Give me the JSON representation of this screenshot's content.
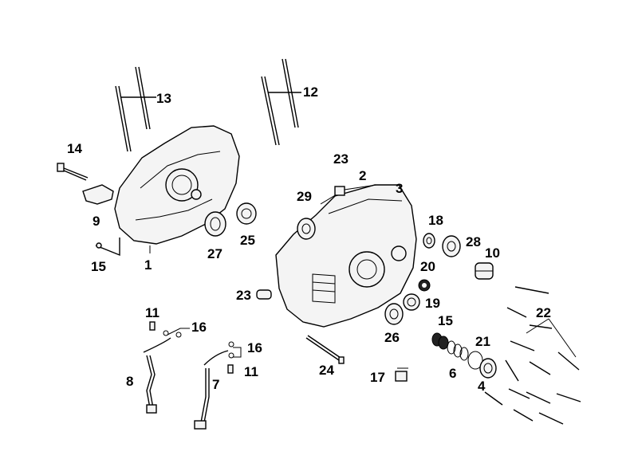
{
  "callouts": {
    "c1": "1",
    "c2": "2",
    "c3": "3",
    "c4": "4",
    "c6": "6",
    "c7": "7",
    "c8": "8",
    "c9": "9",
    "c10": "10",
    "c11a": "11",
    "c11b": "11",
    "c12": "12",
    "c13": "13",
    "c14": "14",
    "c15a": "15",
    "c15b": "15",
    "c16a": "16",
    "c16b": "16",
    "c17": "17",
    "c18": "18",
    "c19": "19",
    "c20": "20",
    "c21": "21",
    "c22": "22",
    "c23a": "23",
    "c23b": "23",
    "c24": "24",
    "c25": "25",
    "c26": "26",
    "c27": "27",
    "c28": "28",
    "c29": "29"
  }
}
